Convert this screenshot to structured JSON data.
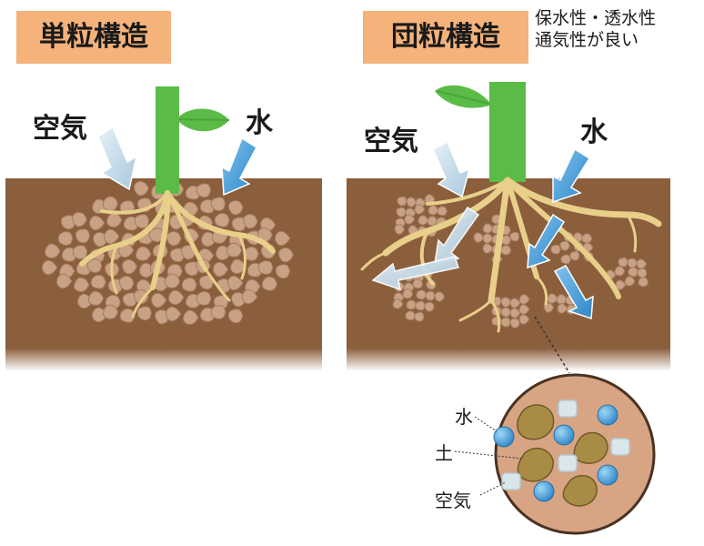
{
  "panels": {
    "left": {
      "title": "単粒構造"
    },
    "right": {
      "title": "団粒構造",
      "note_lines": [
        "保水性・透水性",
        "通気性が良い"
      ]
    }
  },
  "labels": {
    "air": "空気",
    "water": "水"
  },
  "inset": {
    "water": "水",
    "soil": "土",
    "air": "空気"
  },
  "colors": {
    "title_bg": "#f5b27a",
    "soil": "#8b5e3c",
    "particle": "#c9a184",
    "stem": "#5abb47",
    "root": "#e8cf8a",
    "water_arrow": "#4a9bd6",
    "air_arrow": "#b8d5e6"
  }
}
